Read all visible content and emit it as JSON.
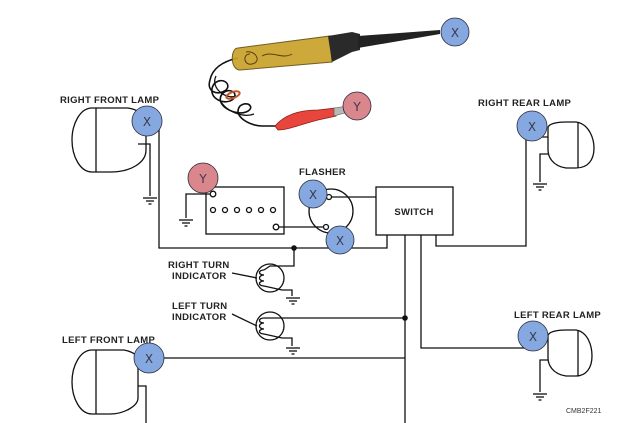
{
  "diagram": {
    "labels": {
      "right_front_lamp": "RIGHT FRONT LAMP",
      "right_rear_lamp": "RIGHT REAR LAMP",
      "left_front_lamp": "LEFT FRONT LAMP",
      "left_rear_lamp": "LEFT REAR LAMP",
      "flasher": "FLASHER",
      "switch": "SWITCH",
      "right_turn_1": "RIGHT TURN",
      "right_turn_2": "INDICATOR",
      "left_turn_1": "LEFT TURN",
      "left_turn_2": "INDICATOR",
      "figure_code": "CMB2F221"
    },
    "markers": {
      "probe_tip": "X",
      "probe_clip": "Y",
      "right_front_lamp": "X",
      "battery": "Y",
      "flasher_top": "X",
      "flasher_bottom": "X",
      "right_rear_lamp": "X",
      "left_front_lamp": "X",
      "left_rear_lamp": "X"
    },
    "colors": {
      "x_marker": "#86a8e0",
      "y_marker": "#d9868c",
      "wire": "#111111",
      "probe_body": "#c9a12a",
      "clip": "#e8453c"
    }
  }
}
